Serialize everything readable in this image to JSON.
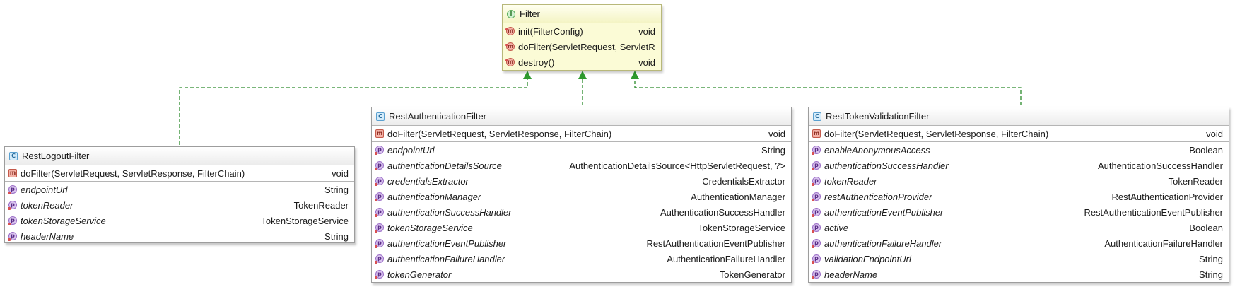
{
  "colors": {
    "edge": "#2a8a2a",
    "arrowhead": "#2e9a2e"
  },
  "filter": {
    "name": "Filter",
    "icon": "interface-icon",
    "methods": [
      {
        "name": "init(FilterConfig)",
        "type": "void"
      },
      {
        "name": "doFilter(ServletRequest, ServletR",
        "type": ""
      },
      {
        "name": "destroy()",
        "type": "void"
      }
    ]
  },
  "logout": {
    "name": "RestLogoutFilter",
    "icon": "class-icon",
    "method": {
      "name": "doFilter(ServletRequest, ServletResponse, FilterChain)",
      "type": "void"
    },
    "fields": [
      {
        "name": "endpointUrl",
        "type": "String"
      },
      {
        "name": "tokenReader",
        "type": "TokenReader"
      },
      {
        "name": "tokenStorageService",
        "type": "TokenStorageService"
      },
      {
        "name": "headerName",
        "type": "String"
      }
    ]
  },
  "auth": {
    "name": "RestAuthenticationFilter",
    "icon": "class-icon",
    "method": {
      "name": "doFilter(ServletRequest, ServletResponse, FilterChain)",
      "type": "void"
    },
    "fields": [
      {
        "name": "endpointUrl",
        "type": "String"
      },
      {
        "name": "authenticationDetailsSource",
        "type": "AuthenticationDetailsSource<HttpServletRequest, ?>"
      },
      {
        "name": "credentialsExtractor",
        "type": "CredentialsExtractor"
      },
      {
        "name": "authenticationManager",
        "type": "AuthenticationManager"
      },
      {
        "name": "authenticationSuccessHandler",
        "type": "AuthenticationSuccessHandler"
      },
      {
        "name": "tokenStorageService",
        "type": "TokenStorageService"
      },
      {
        "name": "authenticationEventPublisher",
        "type": "RestAuthenticationEventPublisher"
      },
      {
        "name": "authenticationFailureHandler",
        "type": "AuthenticationFailureHandler"
      },
      {
        "name": "tokenGenerator",
        "type": "TokenGenerator"
      }
    ]
  },
  "validation": {
    "name": "RestTokenValidationFilter",
    "icon": "class-icon",
    "method": {
      "name": "doFilter(ServletRequest, ServletResponse, FilterChain)",
      "type": "void"
    },
    "fields": [
      {
        "name": "enableAnonymousAccess",
        "type": "Boolean"
      },
      {
        "name": "authenticationSuccessHandler",
        "type": "AuthenticationSuccessHandler"
      },
      {
        "name": "tokenReader",
        "type": "TokenReader"
      },
      {
        "name": "restAuthenticationProvider",
        "type": "RestAuthenticationProvider"
      },
      {
        "name": "authenticationEventPublisher",
        "type": "RestAuthenticationEventPublisher"
      },
      {
        "name": "active",
        "type": "Boolean"
      },
      {
        "name": "authenticationFailureHandler",
        "type": "AuthenticationFailureHandler"
      },
      {
        "name": "validationEndpointUrl",
        "type": "String"
      },
      {
        "name": "headerName",
        "type": "String"
      }
    ]
  }
}
